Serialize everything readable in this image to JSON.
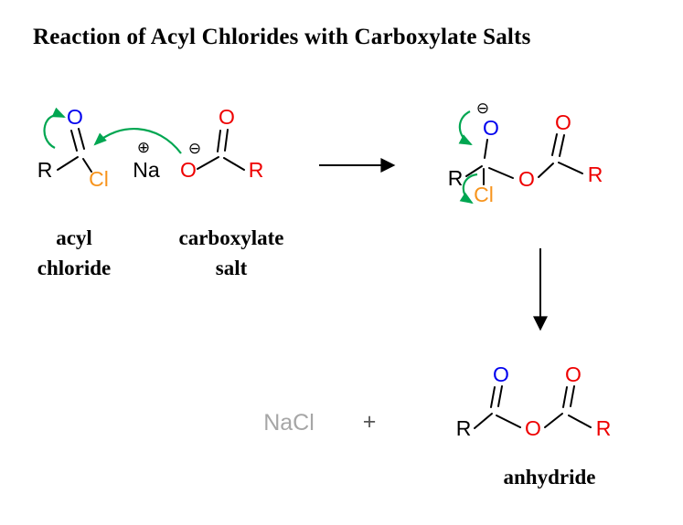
{
  "title": "Reaction of Acyl Chlorides with Carboxylate Salts",
  "colors": {
    "background": "#ffffff",
    "ink": "#000000",
    "oxygen-blue": "#0000ee",
    "oxygen-red": "#ee0000",
    "chlorine-orange": "#f7941d",
    "arrow-green": "#00a651",
    "nacl-gray": "#a6a6a6",
    "plus-gray": "#555555"
  },
  "molecules": {
    "acyl_chloride": {
      "O": "O",
      "R": "R",
      "Cl": "Cl"
    },
    "carboxylate_salt": {
      "plus_charge": "⊕",
      "Na": "Na",
      "minus_charge": "⊖",
      "O_anion": "O",
      "O_carbonyl": "O",
      "R": "R"
    },
    "intermediate": {
      "minus_charge": "⊖",
      "O_alkoxide": "O",
      "R_left": "R",
      "Cl": "Cl",
      "O_bridge": "O",
      "O_carbonyl": "O",
      "R_right": "R"
    },
    "anhydride": {
      "R_left": "R",
      "O_carbonyl_left": "O",
      "O_bridge": "O",
      "O_carbonyl_right": "O",
      "R_right": "R"
    }
  },
  "labels": {
    "acyl_chloride_line1": "acyl",
    "acyl_chloride_line2": "chloride",
    "carboxylate_line1": "carboxylate",
    "carboxylate_line2": "salt",
    "anhydride": "anhydride",
    "nacl": "NaCl",
    "plus": "+"
  }
}
